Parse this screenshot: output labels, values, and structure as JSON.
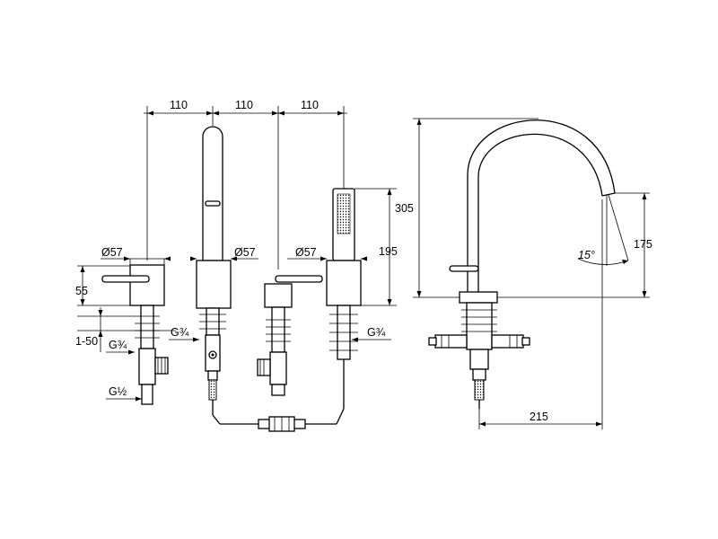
{
  "dimensions": {
    "spacing_1": "110",
    "spacing_2": "110",
    "spacing_3": "110",
    "diameter_left": "Ø57",
    "diameter_spout": "Ø57",
    "diameter_right_handle": "Ø57",
    "height_handle": "55",
    "deck_thickness": "1-50",
    "thread_left_upper": "G¾",
    "thread_left_lower": "G½",
    "thread_spout": "G¾",
    "thread_shower": "G¾",
    "shower_height": "195",
    "spout_total_height": "305",
    "spout_outlet_height": "175",
    "spout_angle": "15°",
    "spout_reach": "215"
  }
}
